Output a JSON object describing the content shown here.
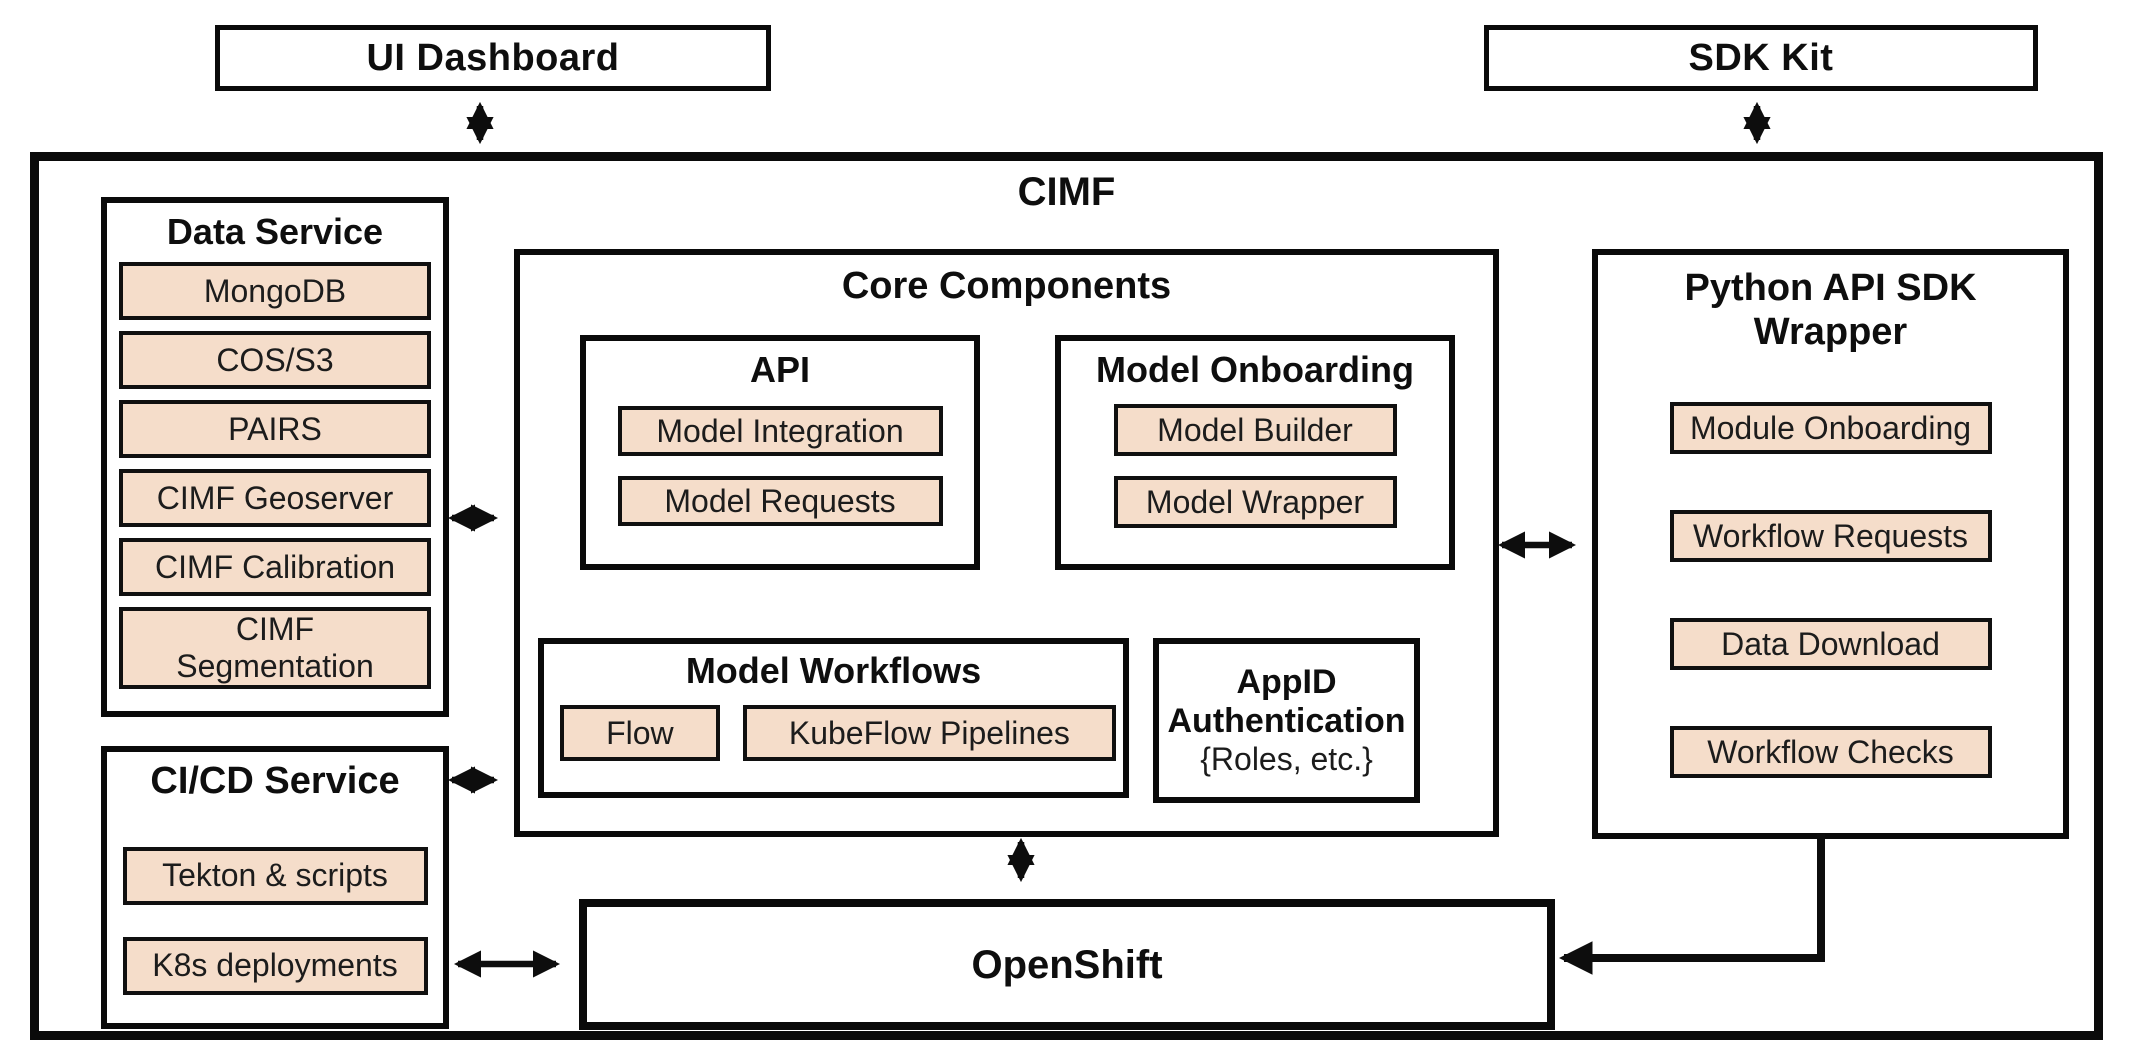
{
  "diagram": {
    "ui_dashboard": {
      "label": "UI Dashboard"
    },
    "sdk_kit": {
      "label": "SDK Kit"
    },
    "cimf": {
      "title": "CIMF"
    },
    "data_service": {
      "title": "Data Service",
      "items": [
        "MongoDB",
        "COS/S3",
        "PAIRS",
        "CIMF Geoserver",
        "CIMF Calibration",
        "CIMF\nSegmentation"
      ]
    },
    "core_components": {
      "title": "Core Components",
      "api": {
        "title": "API",
        "items": [
          "Model Integration",
          "Model Requests"
        ]
      },
      "model_onboarding": {
        "title": "Model Onboarding",
        "items": [
          "Model Builder",
          "Model Wrapper"
        ]
      },
      "model_workflows": {
        "title": "Model Workflows",
        "items": [
          "Flow",
          "KubeFlow Pipelines"
        ]
      },
      "appid": {
        "title": "AppID Authentication",
        "subtitle": "{Roles, etc.}"
      }
    },
    "python_sdk": {
      "title": "Python API SDK Wrapper",
      "items": [
        "Module Onboarding",
        "Workflow Requests",
        "Data Download",
        "Workflow Checks"
      ]
    },
    "cicd": {
      "title": "CI/CD Service",
      "items": [
        "Tekton & scripts",
        "K8s deployments"
      ]
    },
    "openshift": {
      "title": "OpenShift"
    },
    "colors": {
      "chip_fill": "#f5ddca",
      "line": "#0d0d0d",
      "background": "#ffffff"
    }
  }
}
